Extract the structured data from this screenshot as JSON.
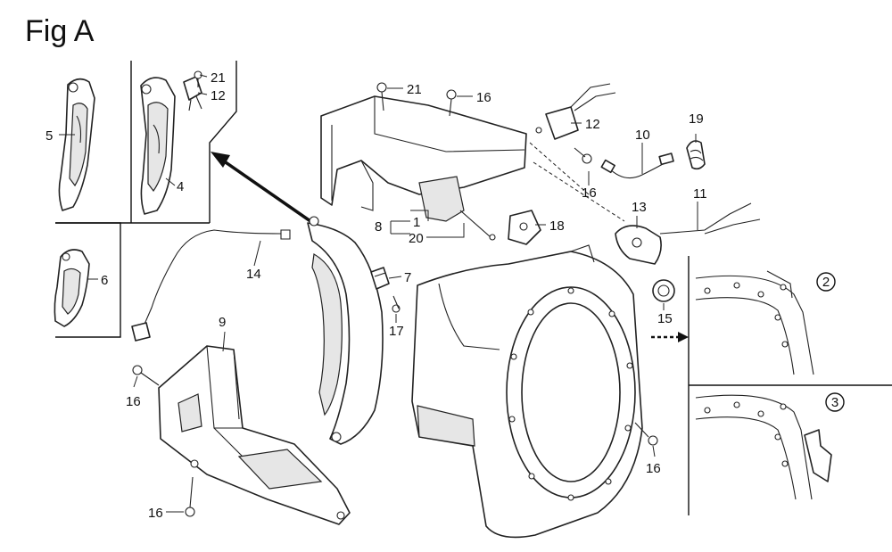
{
  "figure": {
    "title": "Fig A"
  },
  "callouts": [
    {
      "id": "c21a",
      "text": "21"
    },
    {
      "id": "c12a",
      "text": "12"
    },
    {
      "id": "c5",
      "text": "5"
    },
    {
      "id": "c4",
      "text": "4"
    },
    {
      "id": "c6",
      "text": "6"
    },
    {
      "id": "c21b",
      "text": "21"
    },
    {
      "id": "c16a",
      "text": "16"
    },
    {
      "id": "c12b",
      "text": "12"
    },
    {
      "id": "c19",
      "text": "19"
    },
    {
      "id": "c10",
      "text": "10"
    },
    {
      "id": "c16b",
      "text": "16"
    },
    {
      "id": "c11",
      "text": "11"
    },
    {
      "id": "c8",
      "text": "8"
    },
    {
      "id": "c1",
      "text": "1"
    },
    {
      "id": "c20",
      "text": "20"
    },
    {
      "id": "c18",
      "text": "18"
    },
    {
      "id": "c13",
      "text": "13"
    },
    {
      "id": "c14",
      "text": "14"
    },
    {
      "id": "c7",
      "text": "7"
    },
    {
      "id": "c17",
      "text": "17"
    },
    {
      "id": "c15",
      "text": "15"
    },
    {
      "id": "c9",
      "text": "9"
    },
    {
      "id": "c16c",
      "text": "16"
    },
    {
      "id": "c16d",
      "text": "16"
    },
    {
      "id": "c16e",
      "text": "16"
    }
  ],
  "variants": [
    {
      "id": "v2",
      "text": "2"
    },
    {
      "id": "v3",
      "text": "3"
    }
  ]
}
